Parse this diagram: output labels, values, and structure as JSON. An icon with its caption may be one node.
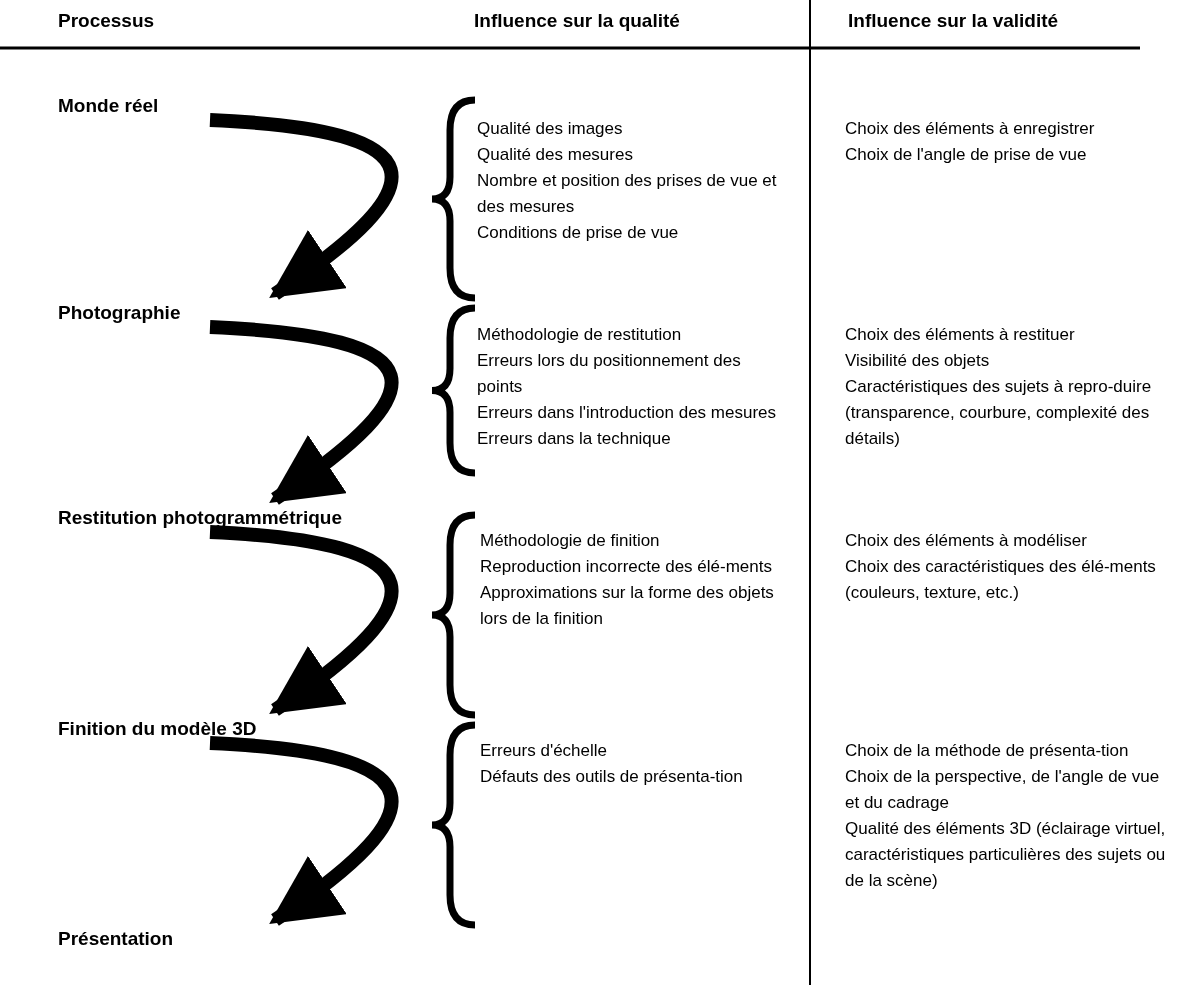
{
  "diagram": {
    "nodes": [
      {
        "text": [
          "Monde réel"
        ]
      },
      {
        "text": [
          "Photographie"
        ]
      },
      {
        "text": [
          "Restitution photogrammétrique"
        ]
      },
      {
        "text": [
          "Finition du modèle 3D"
        ]
      },
      {
        "text": [
          "Présentation"
        ]
      }
    ],
    "edges": [
      {
        "from": 0,
        "to": 1,
        "arrow": "to"
      },
      {
        "from": 1,
        "to": 2,
        "arrow": "to"
      },
      {
        "from": 2,
        "to": 3,
        "arrow": "to"
      },
      {
        "from": 3,
        "to": 4,
        "arrow": "to"
      }
    ],
    "labels": [
      "Processus",
      "Influence sur la qualité",
      "Influence sur la validité",
      "Qualité des images",
      "Qualité des mesures",
      "Nombre et position des prises de vue et des mesures",
      "Conditions de prise de vue",
      "Choix des éléments à enregistrer",
      "Choix de l'angle de prise de vue",
      "Méthodologie de restitution",
      "Erreurs lors du positionnement des points",
      "Erreurs dans l'introduction des mesures",
      "Erreurs dans la technique",
      "Choix des éléments à restituer",
      "Visibilité des objets",
      "Caractéristiques des sujets à repro-duire (transparence, courbure, complexité des détails)",
      "Méthodologie de finition",
      "Reproduction incorrecte des élé-ments",
      "Approximations sur la forme des objets lors de la finition",
      "Choix des éléments à modéliser",
      "Choix des caractéristiques des élé-ments (couleurs, texture, etc.)",
      "Erreurs d'échelle",
      "Défauts des outils de présenta-tion",
      "Choix de la méthode de présenta-tion",
      "Choix de la perspective, de l'angle de vue et du cadrage",
      "Qualité des éléments 3D (éclairage virtuel, caractéristiques particulières des sujets ou de la scène)"
    ]
  }
}
